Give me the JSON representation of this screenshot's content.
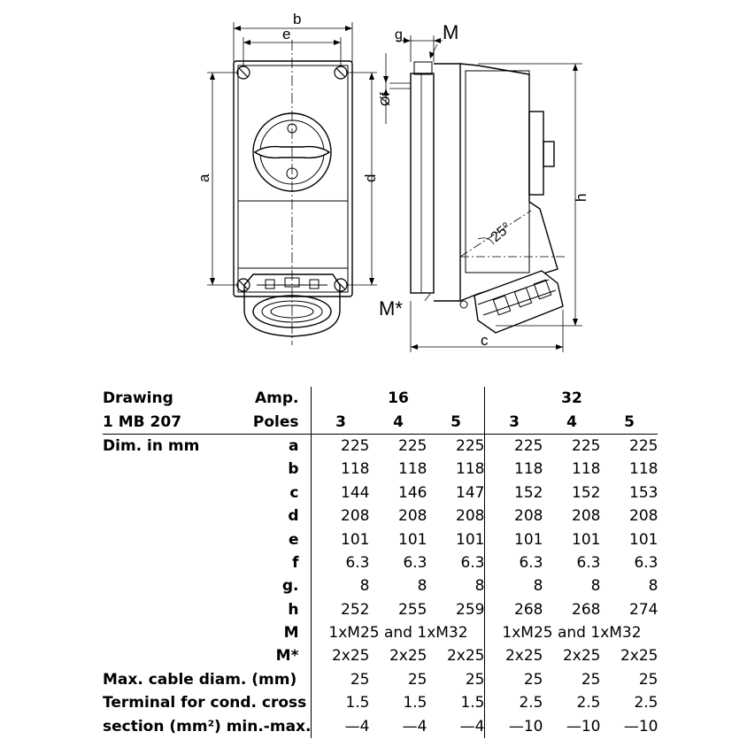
{
  "drawing": {
    "labels": {
      "b": "b",
      "e": "e",
      "g": "g.",
      "M": "M",
      "f": "Øf",
      "a": "a",
      "d": "d",
      "h": "h",
      "angle": "25°",
      "Mstar": "M*",
      "c": "c"
    }
  },
  "table": {
    "head": {
      "drawing": "Drawing",
      "code": "1 MB 207",
      "amp": "Amp.",
      "poles": "Poles",
      "amp_values": [
        "16",
        "32"
      ],
      "pole_values": [
        "3",
        "4",
        "5",
        "3",
        "4",
        "5"
      ]
    },
    "rows": [
      {
        "label": "Dim. in mm",
        "key": "a",
        "values": [
          "225",
          "225",
          "225",
          "225",
          "225",
          "225"
        ]
      },
      {
        "label": "",
        "key": "b",
        "values": [
          "118",
          "118",
          "118",
          "118",
          "118",
          "118"
        ]
      },
      {
        "label": "",
        "key": "c",
        "values": [
          "144",
          "146",
          "147",
          "152",
          "152",
          "153"
        ]
      },
      {
        "label": "",
        "key": "d",
        "values": [
          "208",
          "208",
          "208",
          "208",
          "208",
          "208"
        ]
      },
      {
        "label": "",
        "key": "e",
        "values": [
          "101",
          "101",
          "101",
          "101",
          "101",
          "101"
        ]
      },
      {
        "label": "",
        "key": "f",
        "values": [
          "6.3",
          "6.3",
          "6.3",
          "6.3",
          "6.3",
          "6.3"
        ]
      },
      {
        "label": "",
        "key": "g.",
        "values": [
          "8",
          "8",
          "8",
          "8",
          "8",
          "8"
        ]
      },
      {
        "label": "",
        "key": "h",
        "values": [
          "252",
          "255",
          "259",
          "268",
          "268",
          "274"
        ]
      },
      {
        "label": "",
        "key": "M",
        "span_values": [
          "1xM25 and 1xM32",
          "1xM25 and 1xM32"
        ]
      },
      {
        "label": "",
        "key": "M*",
        "values": [
          "2x25",
          "2x25",
          "2x25",
          "2x25",
          "2x25",
          "2x25"
        ]
      },
      {
        "label": "Max. cable diam. (mm)",
        "key": "",
        "values": [
          "25",
          "25",
          "25",
          "25",
          "25",
          "25"
        ]
      },
      {
        "label": "Terminal for cond. cross",
        "key": "",
        "values": [
          "1.5",
          "1.5",
          "1.5",
          "2.5",
          "2.5",
          "2.5"
        ]
      },
      {
        "label": "section (mm²) min.-max.",
        "key": "",
        "values": [
          "—4",
          "—4",
          "—4",
          "—10",
          "—10",
          "—10"
        ]
      }
    ]
  }
}
